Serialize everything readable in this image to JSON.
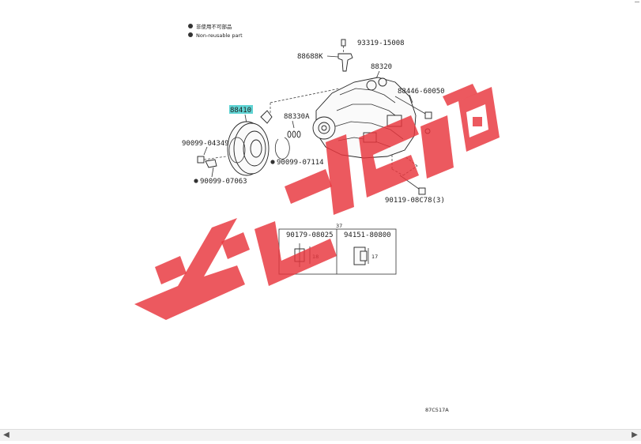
{
  "legend": {
    "item1": "非使用不可部品",
    "item2": "Non-reusable part"
  },
  "parts": {
    "p93319": "93319-15008",
    "p88688K": "88688K",
    "p88320": "88320",
    "p88410": "88410",
    "p88330A": "88330A",
    "p88446": "88446-60050",
    "p90099_04349": "90099-04349",
    "p90099_07114": "90099-07114",
    "p90099_07063": "90099-07063",
    "p90119": "90119-08C78(3)"
  },
  "inset": {
    "top_label": "37",
    "left_part": "90179-08025",
    "left_dim": "18",
    "right_part": "94151-80800",
    "right_dim": "17"
  },
  "watermark": {
    "text": "ادوان كار"
  },
  "footer": {
    "code": "87C517A"
  },
  "colors": {
    "highlight": "#5fd3d3",
    "watermark": "#e8343c",
    "line": "#333333"
  },
  "scrollbar": {
    "left_icon": "arrow-left-icon",
    "right_icon": "arrow-right-icon"
  }
}
